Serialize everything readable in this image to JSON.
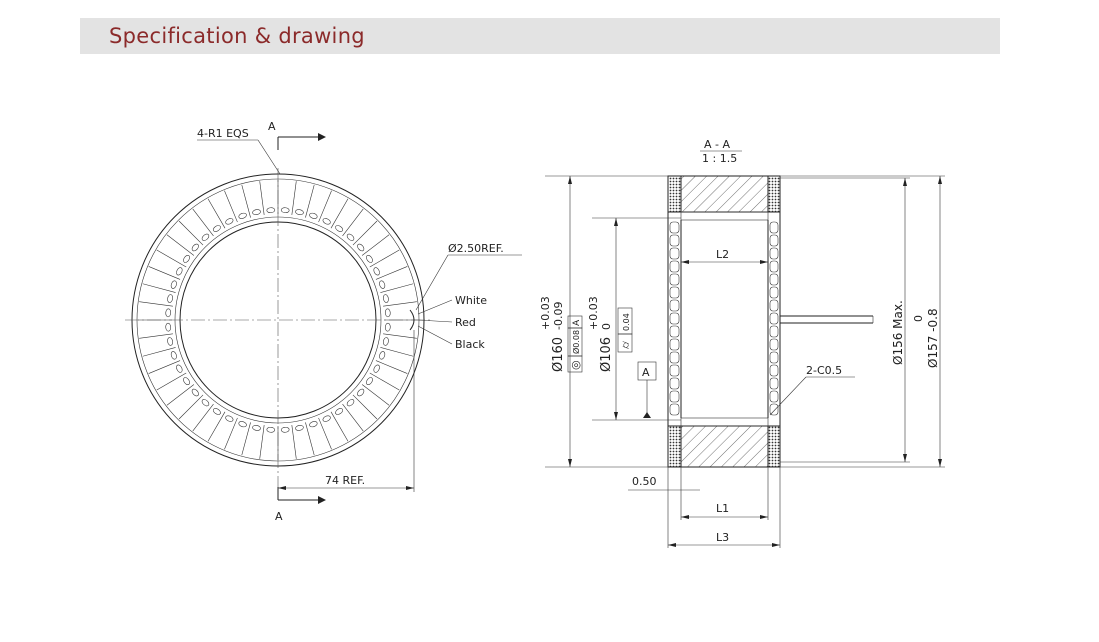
{
  "header": {
    "title": "Specification & drawing",
    "title_color": "#8b2a2a"
  },
  "front_view": {
    "section_label_top": "A",
    "section_label_bottom": "A",
    "eqs_note": "4-R1 EQS",
    "hole_note": "Ø2.50REF.",
    "leads": [
      "White",
      "Red",
      "Black"
    ],
    "ref_dim": "74 REF."
  },
  "section_view": {
    "title": "A - A",
    "scale": "1 : 1.5",
    "od_tol": [
      "+0.03",
      "-0.09"
    ],
    "od": "Ø160",
    "od_gdt_symbol": "◎",
    "od_gdt_value": "Ø0.08",
    "od_gdt_datum": "A",
    "id_tol": [
      "+0.03",
      "0"
    ],
    "id": "Ø106",
    "id_gdt_symbol": "⌭",
    "id_gdt_value": "0.04",
    "datum": "A",
    "max_dim": "Ø156 Max.",
    "dim157_tol": "0",
    "dim157": "Ø157 -0.8",
    "chamfer": "2-C0.5",
    "gap": "0.50",
    "l1": "L1",
    "l2": "L2",
    "l3": "L3"
  }
}
